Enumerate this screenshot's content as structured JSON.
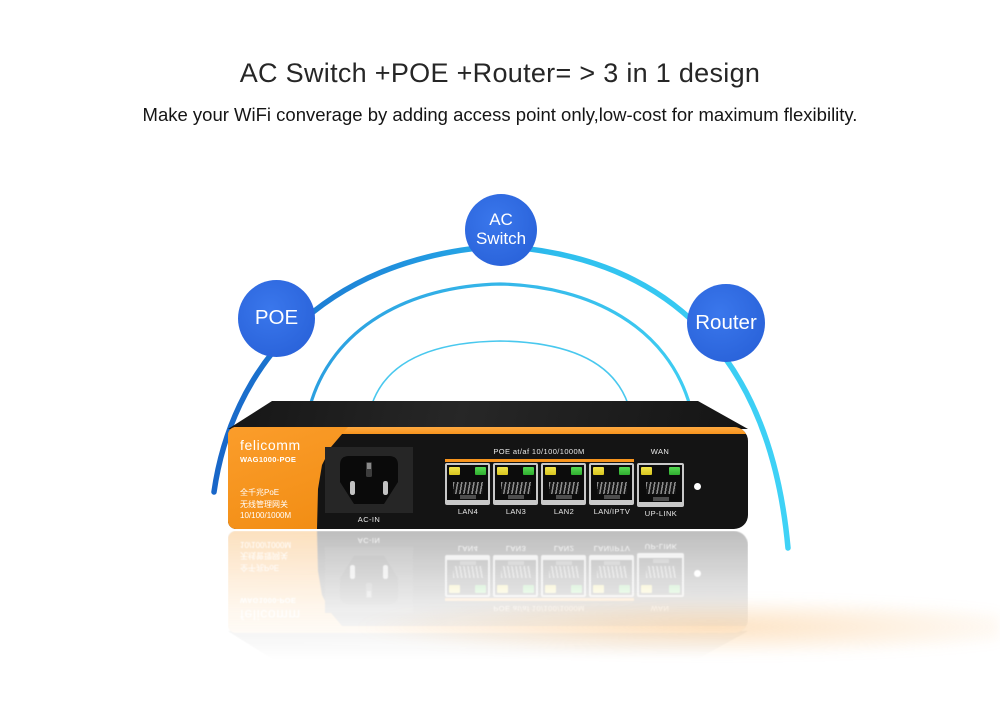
{
  "header": {
    "title": "AC Switch +POE +Router= > 3 in 1 design",
    "subtitle": "Make your WiFi converage by adding access point only,low-cost for maximum flexibility."
  },
  "bubbles": {
    "ac_switch": {
      "line1": "AC",
      "line2": "Switch"
    },
    "poe": {
      "label": "POE"
    },
    "router": {
      "label": "Router"
    }
  },
  "device": {
    "brand": "felicomm",
    "model": "WAG1000-POE",
    "panel_lines": [
      "全千兆PoE",
      "无线管理网关",
      "10/100/1000M"
    ],
    "ac_in_label": "AC-IN",
    "poe_group_label": "POE  at/af  10/100/1000M",
    "wan_label": "WAN",
    "port_labels": [
      "LAN4",
      "LAN3",
      "LAN2",
      "LAN/IPTV"
    ],
    "uplink_label": "UP-LINK"
  },
  "colors": {
    "accent_orange": "#f7941d",
    "bubble_blue": "#2d6ae3",
    "arc_blue_left": "#1866c8",
    "arc_cyan_right": "#3fd2f6"
  }
}
